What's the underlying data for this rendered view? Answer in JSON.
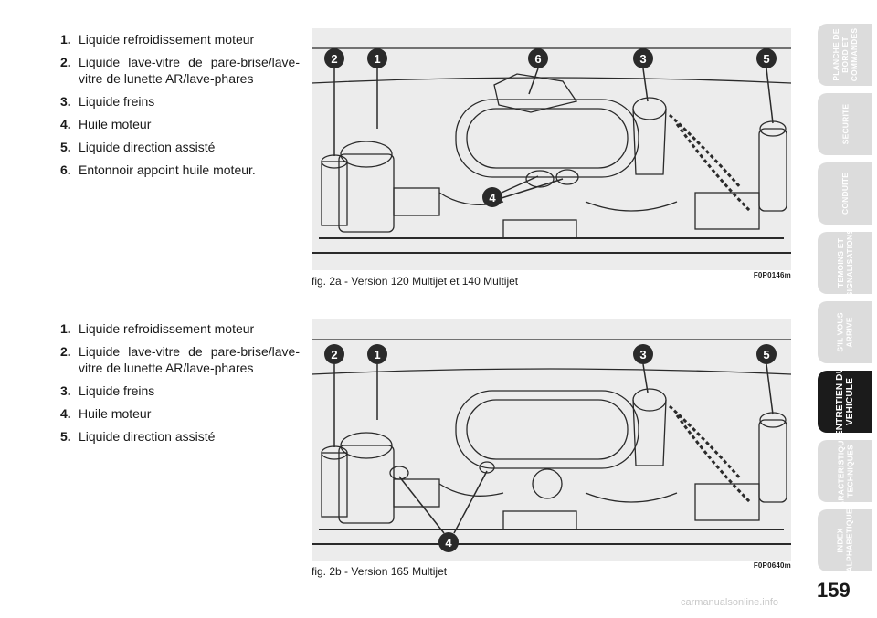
{
  "legend_a": [
    {
      "num": "1.",
      "text": "Liquide refroidissement moteur"
    },
    {
      "num": "2.",
      "text": "Liquide lave-vitre de pare-brise/lave-vitre de lunette AR/lave-phares"
    },
    {
      "num": "3.",
      "text": "Liquide freins"
    },
    {
      "num": "4.",
      "text": "Huile moteur"
    },
    {
      "num": "5.",
      "text": "Liquide direction assisté"
    },
    {
      "num": "6.",
      "text": "Entonnoir appoint huile moteur."
    }
  ],
  "legend_b": [
    {
      "num": "1.",
      "text": "Liquide refroidissement moteur"
    },
    {
      "num": "2.",
      "text": "Liquide lave-vitre de pare-brise/lave-vitre de lunette AR/lave-phares"
    },
    {
      "num": "3.",
      "text": "Liquide freins"
    },
    {
      "num": "4.",
      "text": "Huile moteur"
    },
    {
      "num": "5.",
      "text": "Liquide direction assisté"
    }
  ],
  "figure_a": {
    "caption": "fig. 2a - Version 120 Multijet et 140 Multijet",
    "code": "F0P0146m",
    "markers": [
      "2",
      "1",
      "6",
      "3",
      "5",
      "4"
    ]
  },
  "figure_b": {
    "caption": "fig. 2b - Version 165 Multijet",
    "code": "F0P0640m",
    "markers": [
      "2",
      "1",
      "3",
      "5",
      "4"
    ]
  },
  "side_tabs": [
    {
      "label": "PLANCHE DE\nBORD ET\nCOMMANDES",
      "active": false
    },
    {
      "label": "SECURITE",
      "active": false
    },
    {
      "label": "CONDUITE",
      "active": false
    },
    {
      "label": "TEMOINS ET\nSIGNALISATIONS",
      "active": false
    },
    {
      "label": "S'IL VOUS\nARRIVE",
      "active": false
    },
    {
      "label": "ENTRETIEN DU\nVEHICULE",
      "active": true
    },
    {
      "label": "CARACTERISTIQUES\nTECHNIQUES",
      "active": false
    },
    {
      "label": "INDEX\nALPHABETIQUE",
      "active": false
    }
  ],
  "page_number": "159",
  "watermark": "carmanualsonline.info",
  "colors": {
    "tab_inactive": "#dcdcdc",
    "tab_active": "#1b1b1b",
    "figure_bg": "#ececec"
  }
}
